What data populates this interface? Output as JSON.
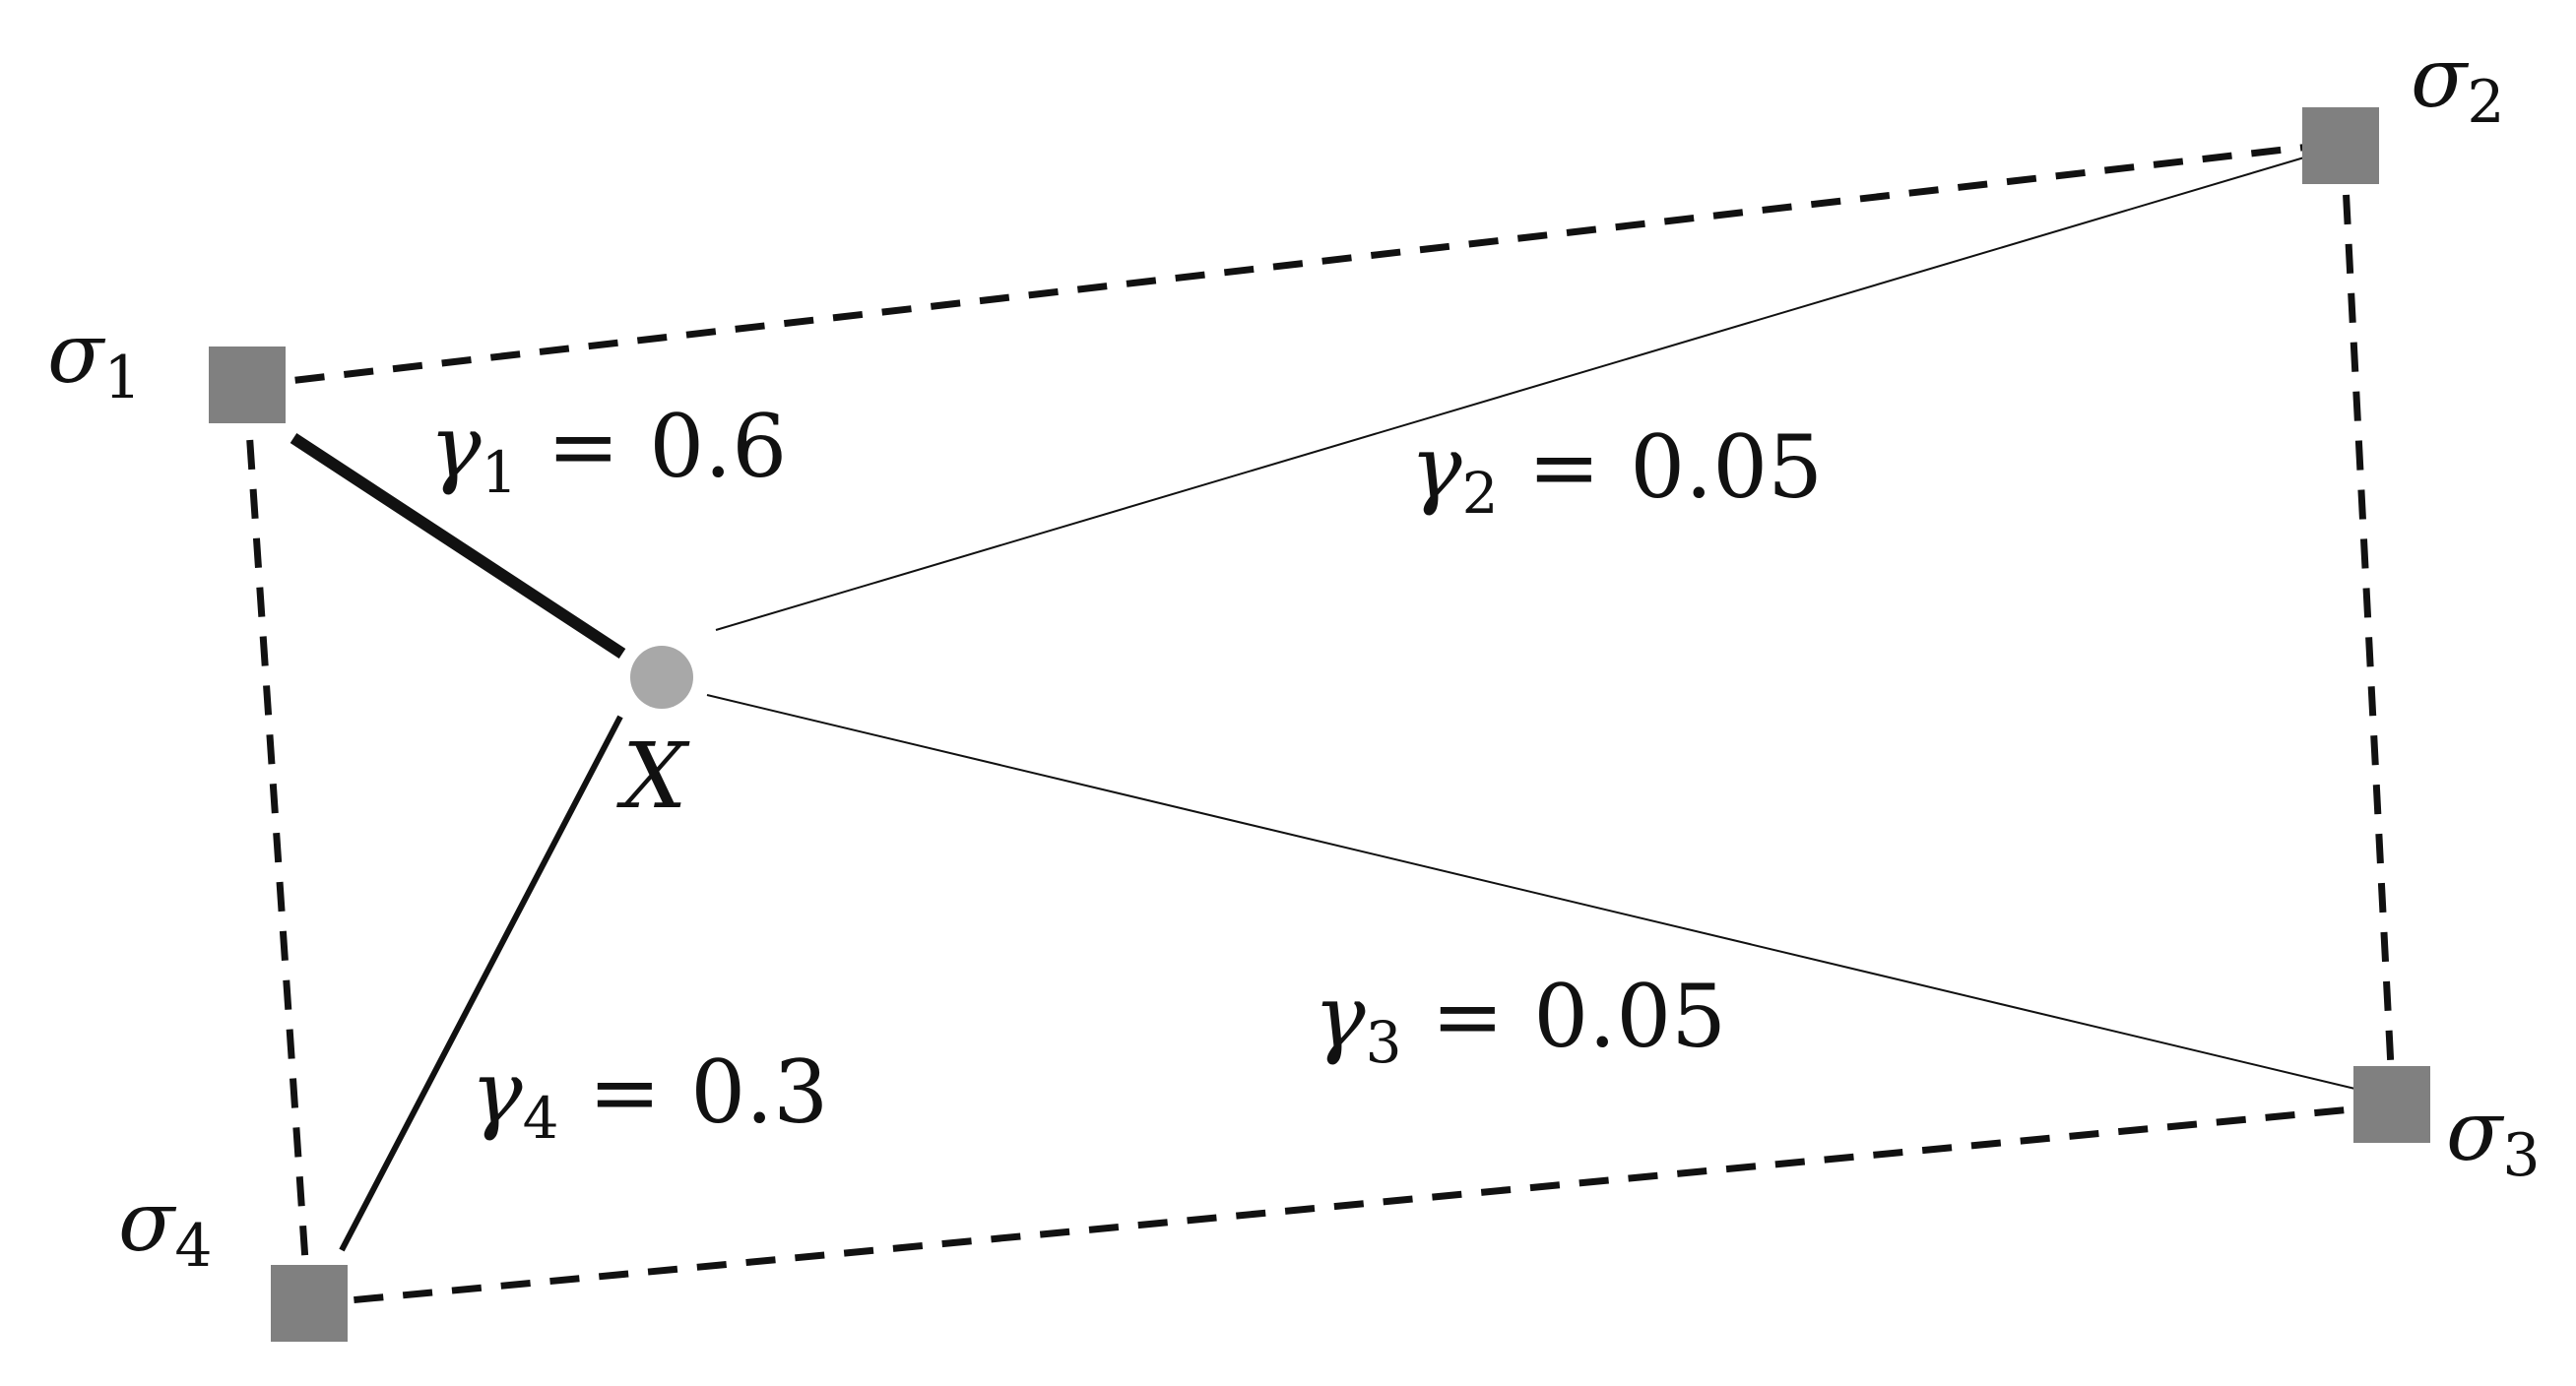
{
  "nodes": {
    "center": {
      "name": "X",
      "color": "#a8a8a8"
    },
    "vertices": [
      {
        "id": "s1",
        "symbol": "σ",
        "index": "1"
      },
      {
        "id": "s2",
        "symbol": "σ",
        "index": "2"
      },
      {
        "id": "s3",
        "symbol": "σ",
        "index": "3"
      },
      {
        "id": "s4",
        "symbol": "σ",
        "index": "4"
      }
    ],
    "vertex_color": "#808080"
  },
  "weights": [
    {
      "symbol": "γ",
      "index": "1",
      "eq": "=",
      "value": "0.6"
    },
    {
      "symbol": "γ",
      "index": "2",
      "eq": "=",
      "value": "0.05"
    },
    {
      "symbol": "γ",
      "index": "3",
      "eq": "=",
      "value": "0.05"
    },
    {
      "symbol": "γ",
      "index": "4",
      "eq": "=",
      "value": "0.3"
    }
  ]
}
